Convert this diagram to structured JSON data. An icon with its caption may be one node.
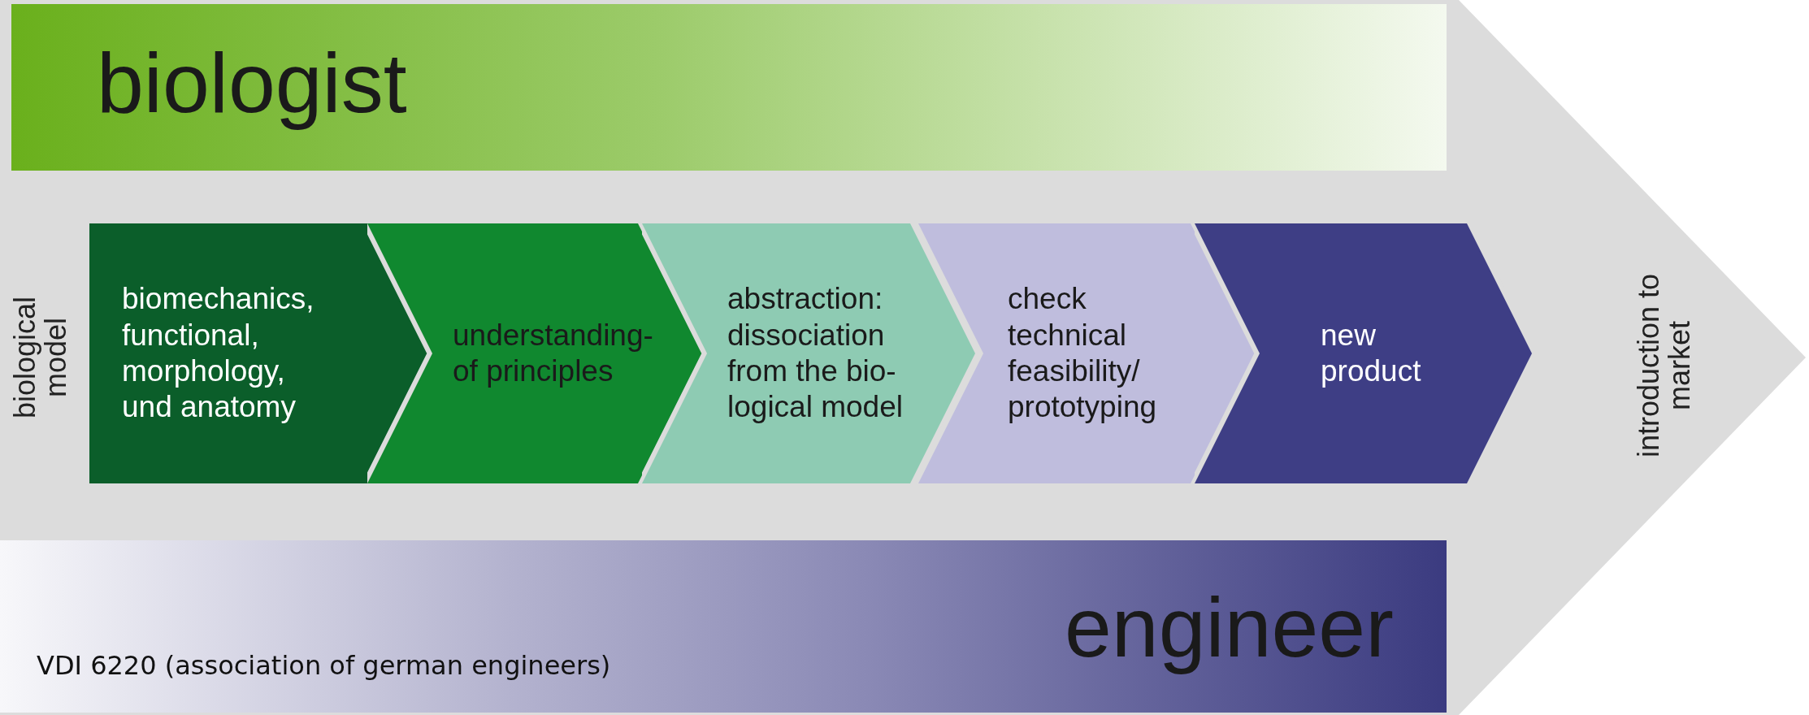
{
  "diagram": {
    "nodes": [
      {
        "text": [
          "biological model",
          "introduction to market"
        ]
      },
      {
        "text": [
          "biologist"
        ],
        "in": 0
      },
      {
        "text": [
          "biomechanics, functional, morphology, und anatomy"
        ],
        "in": 0
      },
      {
        "text": [
          "understanding- of principles"
        ],
        "in": 0
      },
      {
        "text": [
          "abstraction: dissociation from the bio- logical model"
        ],
        "in": 0
      },
      {
        "text": [
          "check technical feasibility/ prototyping"
        ],
        "in": 0
      },
      {
        "text": [
          "new product"
        ],
        "in": 0
      },
      {
        "text": [
          "engineer"
        ],
        "in": 0
      }
    ],
    "labels": [
      "VDI 6220 (association of german engineers)"
    ]
  }
}
